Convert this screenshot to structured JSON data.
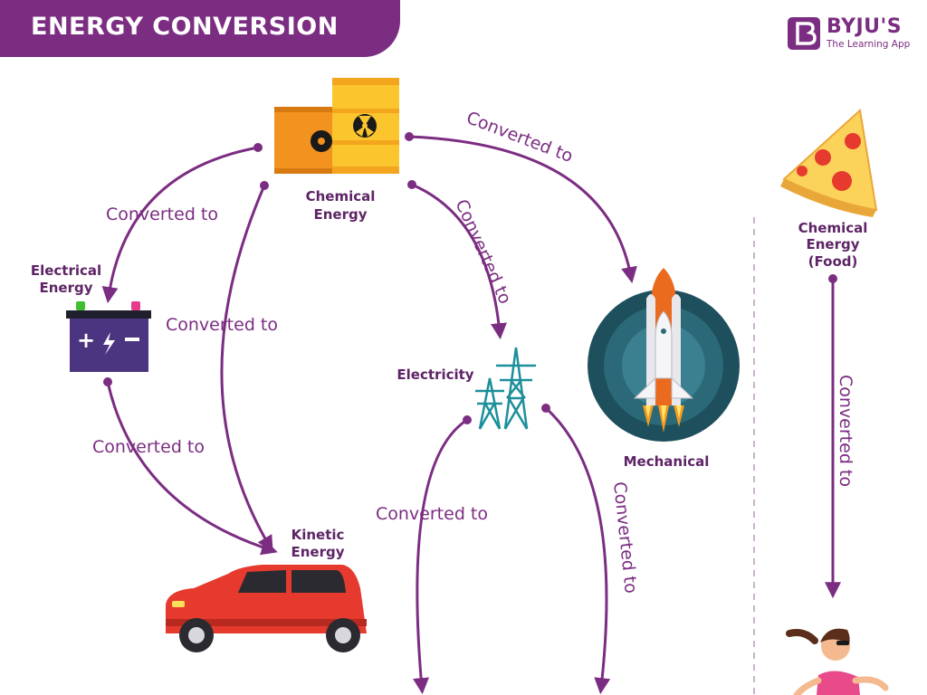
{
  "title": "ENERGY CONVERSION",
  "brand": {
    "name": "BYJU'S",
    "tagline": "The Learning App",
    "icon": "byjus-logo-icon"
  },
  "colors": {
    "accent": "#7b2d82",
    "arrow": "#7b2d82",
    "label": "#5e2466",
    "divider": "#c9b3cc"
  },
  "nodes": {
    "chemical": {
      "line1": "Chemical",
      "line2": "Energy",
      "icon": "fuel-barrels-icon"
    },
    "electrical": {
      "line1": "Electrical",
      "line2": "Energy",
      "icon": "battery-icon"
    },
    "electricity": {
      "label": "Electricity",
      "icon": "power-tower-icon"
    },
    "mechanical": {
      "label": "Mechanical",
      "icon": "space-shuttle-icon"
    },
    "kinetic": {
      "line1": "Kinetic",
      "line2": "Energy",
      "icon": "car-icon"
    },
    "food": {
      "line1": "Chemical",
      "line2": "Energy",
      "line3": "(Food)",
      "icon": "pizza-slice-icon"
    },
    "runner": {
      "icon": "runner-icon"
    }
  },
  "arrow_label": "Converted to"
}
